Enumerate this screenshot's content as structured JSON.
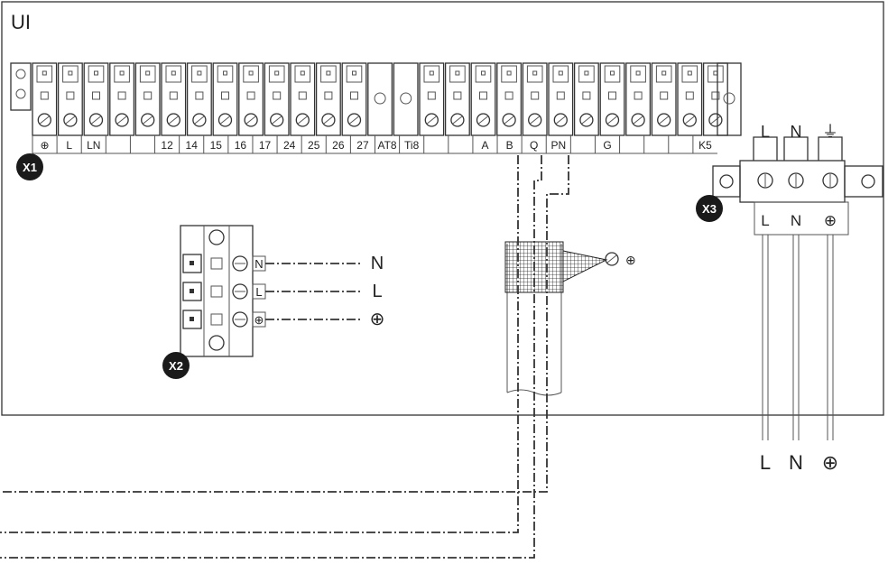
{
  "unit_label": "UI",
  "x1": {
    "badge": "X1",
    "terminal_count": 27,
    "bottom_labels": [
      "⊕",
      "L",
      "LN",
      "",
      "",
      "12",
      "14",
      "15",
      "16",
      "17",
      "24",
      "25",
      "26",
      "27",
      "AT8",
      "Ti8",
      "",
      "",
      "A",
      "B",
      "Q",
      "PN",
      "",
      "G",
      "",
      "",
      "",
      "K5"
    ]
  },
  "x2": {
    "badge": "X2",
    "rows": [
      {
        "terminal": "N",
        "wire_label": "N"
      },
      {
        "terminal": "L",
        "wire_label": "L"
      },
      {
        "terminal": "⊕",
        "wire_label": "⊕"
      }
    ]
  },
  "x3": {
    "badge": "X3",
    "top_labels": [
      "L",
      "N",
      "⏚"
    ],
    "mid_labels": [
      "L",
      "N",
      "⊕"
    ],
    "bottom_labels": [
      "L",
      "N",
      "⊕"
    ]
  },
  "cable_ground_symbol": "⊕",
  "colors": {
    "line": "#333333",
    "badge": "#1a1a1a",
    "background": "#ffffff"
  }
}
